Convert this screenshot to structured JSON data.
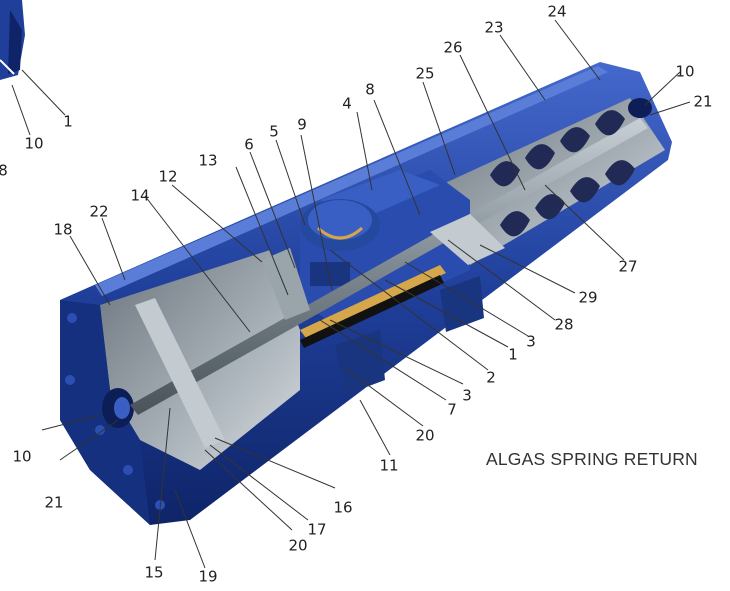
{
  "caption": "ALGAS SPRING RETURN",
  "colors": {
    "body_blue": "#1f3f9a",
    "body_blue_dark": "#0f2468",
    "body_blue_light": "#3a5fc4",
    "steel": "#7a8590",
    "steel_light": "#b9c1c8",
    "spring": "#202a55",
    "brass": "#d6a64a"
  },
  "labels": {
    "l1a": "1",
    "l10a": "10",
    "l8a": "8",
    "l24": "24",
    "l23": "23",
    "l26": "26",
    "l10b": "10",
    "l21a": "21",
    "l25": "25",
    "l4": "4",
    "l8b": "8",
    "l5": "5",
    "l9": "9",
    "l6": "6",
    "l13": "13",
    "l12": "12",
    "l14": "14",
    "l22": "22",
    "l18": "18",
    "l27": "27",
    "l29": "29",
    "l28": "28",
    "l3a": "3",
    "l1b": "1",
    "l2": "2",
    "l3b": "3",
    "l7": "7",
    "l20a": "20",
    "l11": "11",
    "l10c": "10",
    "l21b": "21",
    "l16": "16",
    "l17": "17",
    "l20b": "20",
    "l15": "15",
    "l19": "19"
  }
}
